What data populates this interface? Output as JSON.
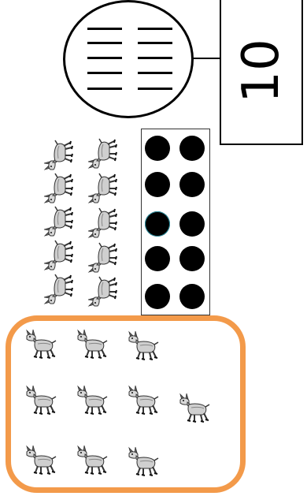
{
  "number_card": {
    "value": "10"
  },
  "tally": {
    "count": 10
  },
  "ten_frame": {
    "filled": 10,
    "total": 10
  },
  "animals": {
    "left_group_count": 10,
    "boxed_group_count": 10
  },
  "colors": {
    "group_border": "#f39a4a",
    "dot": "#000000"
  },
  "icons": {
    "animal": "donkey-icon"
  }
}
